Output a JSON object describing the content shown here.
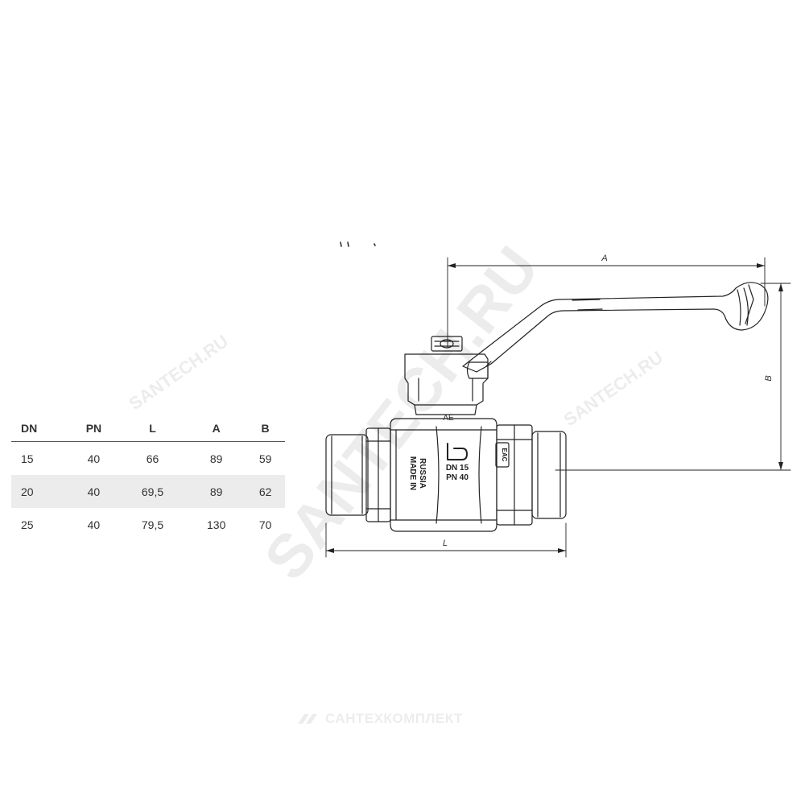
{
  "table": {
    "headers": [
      "DN",
      "PN",
      "L",
      "A",
      "B"
    ],
    "rows": [
      [
        "15",
        "40",
        "66",
        "89",
        "59"
      ],
      [
        "20",
        "40",
        "69,5",
        "89",
        "62"
      ],
      [
        "25",
        "40",
        "79,5",
        "130",
        "70"
      ]
    ]
  },
  "dimensions": {
    "a_label": "A",
    "b_label": "B",
    "l_label": "L"
  },
  "body_markings": {
    "made_in": "MADE IN",
    "russia": "RUSSIA",
    "dn": "DN 15",
    "pn": "PN 40",
    "eac": "EAC",
    "cap_mark": "AE"
  },
  "watermarks": {
    "main": "SANTECH.RU",
    "small": "SANTECH.RU",
    "bottom": "САНТЕХКОМПЛЕКТ"
  },
  "colors": {
    "line": "#222222",
    "table_shade": "#ececec"
  }
}
